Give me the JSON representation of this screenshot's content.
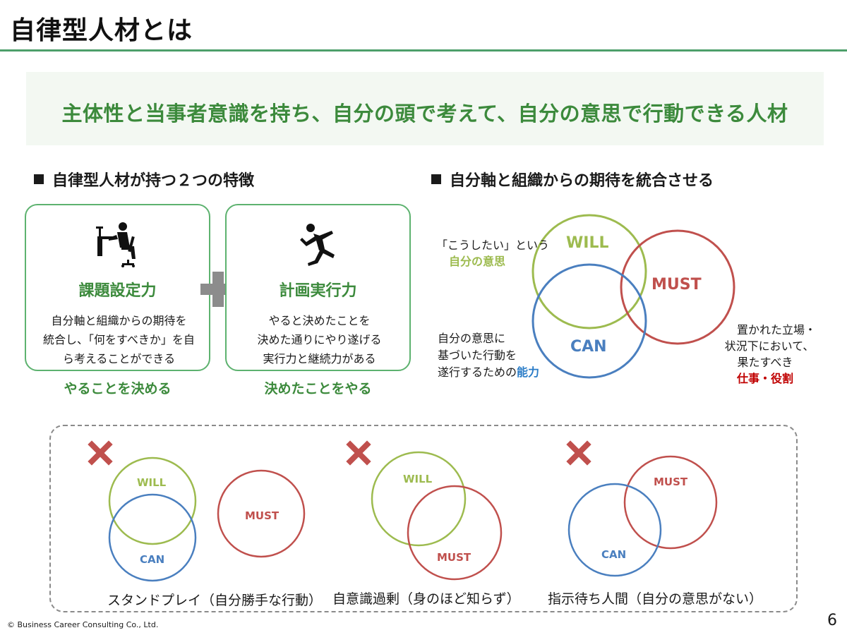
{
  "slide": {
    "title": "自律型人材とは",
    "definition": "主体性と当事者意識を持ち、自分の頭で考えて、自分の意思で行動できる人材"
  },
  "left_section": {
    "heading": "自律型人材が持つ２つの特徴",
    "cards": [
      {
        "icon": "person-at-desk-icon",
        "title": "課題設定力",
        "body": [
          "自分軸と組織からの期待を",
          "統合し、「何をすべきか」を自",
          "ら考えることができる"
        ],
        "caption": "やることを決める"
      },
      {
        "icon": "running-person-icon",
        "title": "計画実行力",
        "body": [
          "やると決めたことを",
          "決めた通りにやり遂げる",
          "実行力と継続力がある"
        ],
        "caption": "決めたことをやる"
      }
    ]
  },
  "right_section": {
    "heading": "自分軸と組織からの期待を統合させる",
    "venn": {
      "will": "WILL",
      "can": "CAN",
      "must": "MUST",
      "will_note": "「こうしたい」という",
      "will_note_em": "自分の意思",
      "can_note": [
        "自分の意思に",
        "基づいた行動を",
        "遂行するための"
      ],
      "can_note_em": "能力",
      "must_note": [
        "置かれた立場・",
        "状況下において、",
        "果たすべき"
      ],
      "must_note_em": "仕事・役割"
    }
  },
  "bad_examples": [
    {
      "mark": "cross-icon",
      "will": "WILL",
      "can": "CAN",
      "must": "MUST",
      "caption": "スタンドプレイ（自分勝手な行動）"
    },
    {
      "mark": "cross-icon",
      "will": "WILL",
      "must": "MUST",
      "caption": "自意識過剰（身のほど知らず）"
    },
    {
      "mark": "cross-icon",
      "can": "CAN",
      "must": "MUST",
      "caption": "指示待ち人間（自分の意思がない）"
    }
  ],
  "footer": {
    "copyright": "© Business Career Consulting Co., Ltd.",
    "page": "6"
  },
  "colors": {
    "accent_green": "#3c8a3c",
    "will": "#9dbb4f",
    "can": "#4a7fbf",
    "must": "#c0504d",
    "cross": "#c0504d"
  }
}
